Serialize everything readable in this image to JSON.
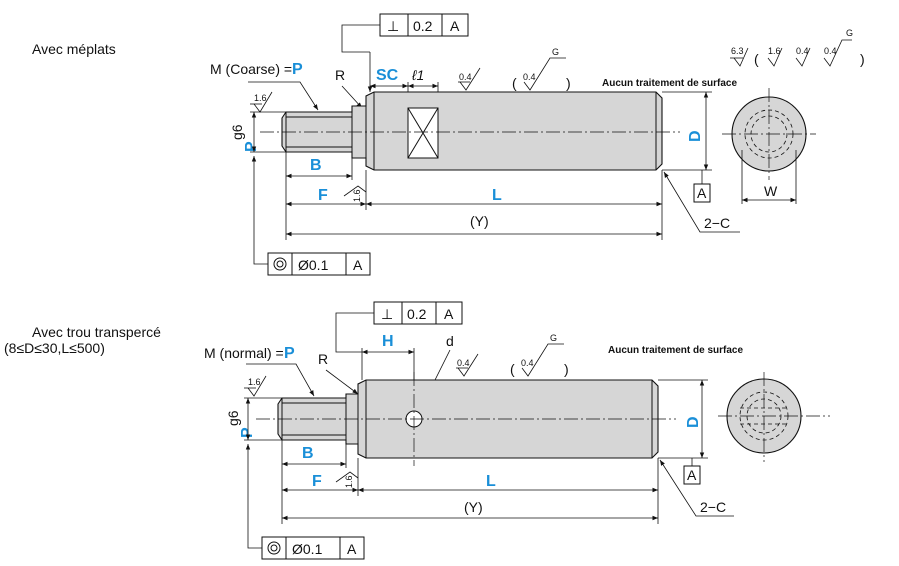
{
  "top": {
    "title": "Avec méplats",
    "thread_label_prefix": "M (Coarse) =",
    "thread_label_p": "P",
    "r_label": "R",
    "sc_label": "SC",
    "l1_label": "ℓ1",
    "perp_frame": {
      "symbol": "⊥",
      "value": "0.2",
      "datum": "A"
    },
    "conc_frame": {
      "symbol": "◎",
      "value": "Ø0.1",
      "datum": "A"
    },
    "p_label": "P",
    "g6_label": "g6",
    "b_label": "B",
    "f_label": "F",
    "l_label": "L",
    "y_label": "(Y)",
    "d_label": "D",
    "w_label": "W",
    "c_label": "2−C",
    "datum_a": "A",
    "no_treatment": "Aucun traitement de surface",
    "rough_16": "1.6",
    "rough_04": "0.4",
    "rough_63": "6.3",
    "rough_g": "G",
    "paren_open": "(",
    "paren_close": ")"
  },
  "bottom": {
    "title_line1": "Avec trou transpercé",
    "title_line2": "(8≤D≤30,L≤500)",
    "thread_label_prefix": "M (normal) =",
    "thread_label_p": "P",
    "r_label": "R",
    "h_label": "H",
    "d_small_label": "d",
    "perp_frame": {
      "symbol": "⊥",
      "value": "0.2",
      "datum": "A"
    },
    "conc_frame": {
      "symbol": "◎",
      "value": "Ø0.1",
      "datum": "A"
    },
    "p_label": "P",
    "g6_label": "g6",
    "b_label": "B",
    "f_label": "F",
    "l_label": "L",
    "y_label": "(Y)",
    "d_label": "D",
    "c_label": "2−C",
    "datum_a": "A",
    "no_treatment": "Aucun traitement de surface",
    "rough_16": "1.6",
    "rough_04": "0.4",
    "rough_g": "G"
  }
}
